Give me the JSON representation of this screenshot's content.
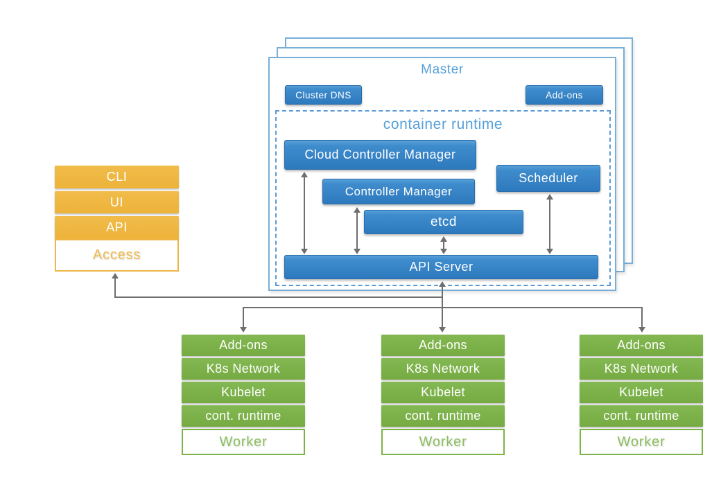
{
  "master": {
    "title": "Master",
    "cluster_dns_label": "Cluster DNS",
    "addons_label": "Add-ons",
    "container_runtime": {
      "title": "container runtime",
      "cloud_controller_manager": "Cloud Controller Manager",
      "controller_manager": "Controller Manager",
      "scheduler": "Scheduler",
      "etcd": "etcd",
      "api_server": "API Server"
    }
  },
  "access_stack": {
    "rows": [
      "CLI",
      "UI",
      "API"
    ],
    "footer": "Access"
  },
  "worker_stacks": [
    {
      "rows": [
        "Add-ons",
        "K8s Network",
        "Kubelet",
        "cont. runtime"
      ],
      "footer": "Worker"
    },
    {
      "rows": [
        "Add-ons",
        "K8s Network",
        "Kubelet",
        "cont. runtime"
      ],
      "footer": "Worker"
    },
    {
      "rows": [
        "Add-ons",
        "K8s Network",
        "Kubelet",
        "cont. runtime"
      ],
      "footer": "Worker"
    }
  ],
  "colors": {
    "blue_box_top": "#58a0d8",
    "blue_box_bottom": "#2d79bd",
    "panel_border_blue": "#79aed7",
    "dashed_border_blue": "#5b9bd5",
    "heading_blue": "#56a0d9",
    "orange": "#efb53e",
    "access_text_orange": "#f0ba49",
    "green": "#7cb34a",
    "worker_text_green": "#8bbf5e",
    "arrow_gray": "#6e6e6e"
  }
}
